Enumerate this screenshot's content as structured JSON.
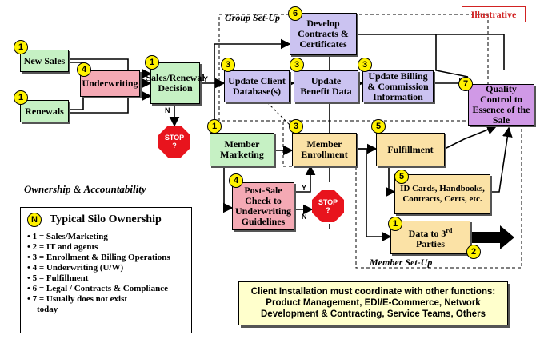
{
  "illustrative": "Illustrative",
  "section_labels": {
    "group_setup": "Group Set-Up",
    "member_setup": "Member Set-Up",
    "ownership": "Ownership & Accountability"
  },
  "boxes": {
    "new_sales": "New Sales",
    "renewals": "Renewals",
    "underwriting": "Underwriting",
    "sales_renewal": "Sales/Renewal Decision",
    "develop_contracts": "Develop Contracts & Certificates",
    "update_client_db": "Update Client Database(s)",
    "update_benefit": "Update Benefit Data",
    "update_billing": "Update Billing & Commission Information",
    "quality_control": "Quality Control to Essence of the Sale",
    "member_marketing": "Member Marketing",
    "member_enrollment": "Member Enrollment",
    "fulfillment": "Fulfillment",
    "post_sale": "Post-Sale Check to Underwriting Guidelines",
    "id_cards": "ID Cards, Handbooks, Contracts, Certs, etc.",
    "data_parties_prefix": "Data to 3",
    "data_parties_sup": "rd",
    "data_parties_suffix": "Parties"
  },
  "badges": {
    "new_sales": "1",
    "renewals": "1",
    "underwriting": "4",
    "sales_renewal": "1",
    "develop_contracts": "6",
    "update_client_db": "3",
    "update_benefit": "3",
    "update_billing": "3",
    "quality_control": "7",
    "member_marketing": "1",
    "member_enrollment": "3",
    "fulfillment": "5",
    "post_sale": "4",
    "id_cards": "5",
    "data_parties": "1",
    "data_parties_2": "2",
    "legend": "N"
  },
  "decisions": {
    "y1": "Y",
    "n1": "N",
    "y2": "Y",
    "n2": "N"
  },
  "stop": {
    "line1": "STOP",
    "line2": "?"
  },
  "legend": {
    "title": "Typical Silo Ownership",
    "items": [
      "• 1 = Sales/Marketing",
      "• 2 = IT and agents",
      "• 3 = Enrollment & Billing Operations",
      "• 4 = Underwriting (U/W)",
      "• 5 = Fulfillment",
      "• 6 = Legal / Contracts & Compliance",
      "• 7 = Usually does not exist",
      "today"
    ]
  },
  "client_note": {
    "line1": "Client Installation must coordinate with other functions:",
    "line2": "Product Management, EDI/E-Commerce, Network",
    "line3": "Development & Contracting, Service Teams, Others"
  },
  "colors": {
    "green": "#c6f1c4",
    "pink": "#f4a9b4",
    "lavender": "#cbc3f1",
    "tan": "#fbe2a6",
    "purple": "#d099e6",
    "badge": "#fff200",
    "stop": "#e8141d",
    "accent_red": "#d12222"
  }
}
